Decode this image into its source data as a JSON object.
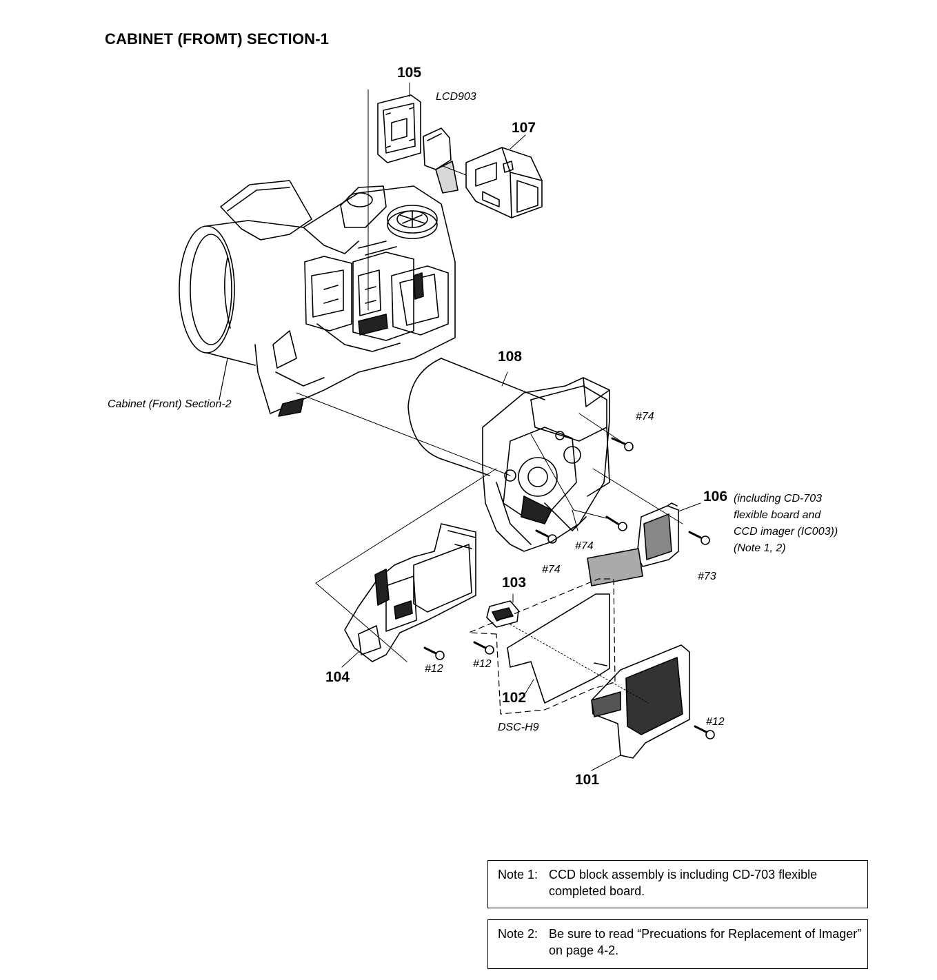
{
  "title": "CABINET (FROMT) SECTION-1",
  "part_numbers": {
    "p105": "105",
    "p107": "107",
    "p108": "108",
    "p106": "106",
    "p103": "103",
    "p104": "104",
    "p102": "102",
    "p101": "101"
  },
  "labels": {
    "lcd903": "LCD903",
    "cabinet_front_section2": "Cabinet (Front) Section-2",
    "screw74_a": "#74",
    "screw74_b": "#74",
    "screw74_c": "#74",
    "screw73": "#73",
    "screw12_a": "#12",
    "screw12_b": "#12",
    "screw12_c": "#12",
    "dsc_h9": "DSC-H9",
    "p106_desc_1": "(including CD-703",
    "p106_desc_2": "flexible board and",
    "p106_desc_3": "CCD imager (IC003))",
    "p106_desc_4": "(Note 1, 2)"
  },
  "notes": [
    {
      "tag": "Note 1:",
      "text": "CCD block assembly is including CD-703 flexible completed board."
    },
    {
      "tag": "Note 2:",
      "text": "Be sure to read “Precuations for Replacement of Imager” on page 4-2."
    }
  ]
}
